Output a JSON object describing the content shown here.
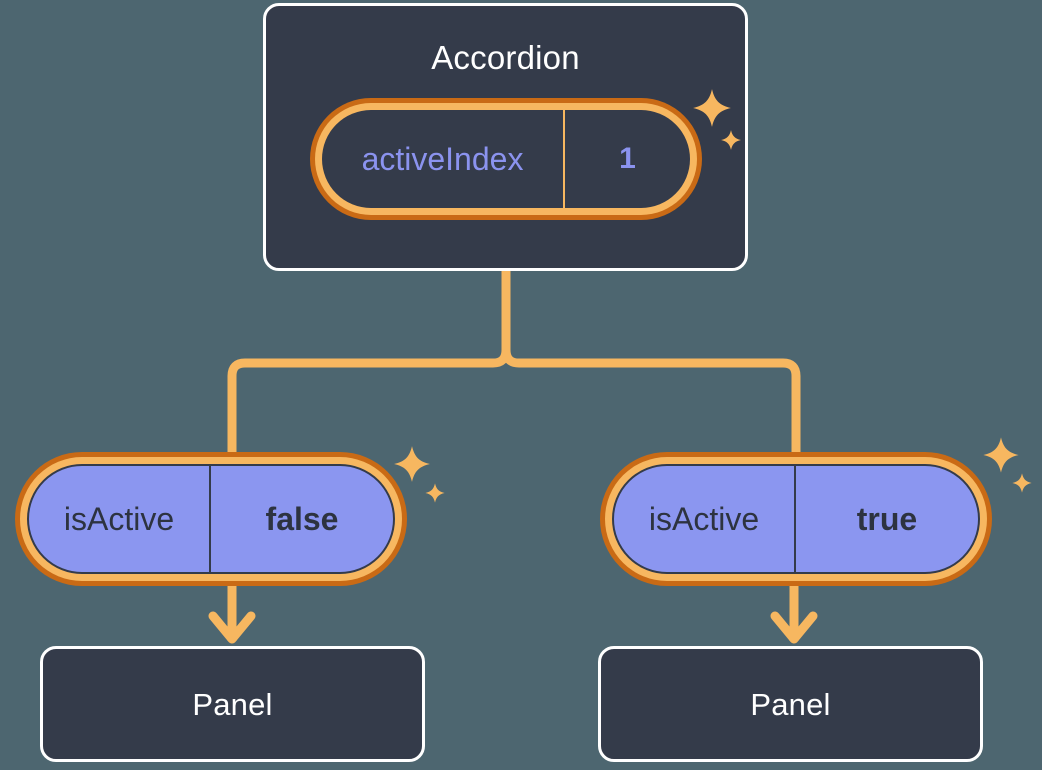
{
  "theme": {
    "background": "#4d6670",
    "card_bg": "#343b4a",
    "card_border": "#ffffff",
    "accent_amber": "#f7b760",
    "accent_orange_dark": "#c96a15",
    "periwinkle": "#8b96f0",
    "periwinkle_text": "#8b93ef",
    "dark_text": "#2d3340"
  },
  "diagram": {
    "type": "component-state-tree",
    "root": {
      "title": "Accordion",
      "state": {
        "key": "activeIndex",
        "value": "1"
      },
      "sparkle_icon": "sparkle-icon"
    },
    "branches": [
      {
        "id": "left",
        "state": {
          "key": "isActive",
          "value": "false"
        },
        "child": {
          "title": "Panel"
        },
        "sparkle_icon": "sparkle-icon",
        "arrow_icon": "arrow-down-icon"
      },
      {
        "id": "right",
        "state": {
          "key": "isActive",
          "value": "true"
        },
        "child": {
          "title": "Panel"
        },
        "sparkle_icon": "sparkle-icon",
        "arrow_icon": "arrow-down-icon"
      }
    ]
  }
}
